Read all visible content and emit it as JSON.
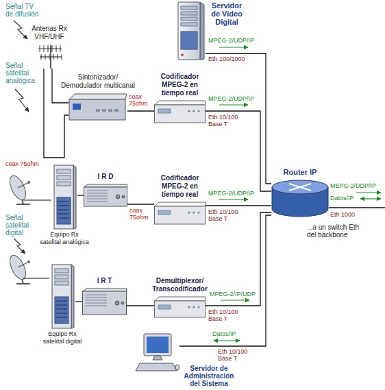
{
  "diagram": {
    "nodes": [
      {
        "text": [
          "Servidor de Video Digital"
        ]
      },
      {
        "text": [
          "Antenas Rx VHF/UHF"
        ]
      },
      {
        "text": [
          "Sintonizador/ Demodulador multicanal"
        ]
      },
      {
        "text": [
          "Codificador MPEG-2 en tiempo real"
        ]
      },
      {
        "text": [
          "Equipo Rx satelital analógica"
        ]
      },
      {
        "text": [
          "I R D"
        ]
      },
      {
        "text": [
          "Codificador MPEG-2 en tiempo real"
        ]
      },
      {
        "text": [
          "Equipo Rx satelital digital"
        ]
      },
      {
        "text": [
          "I R T"
        ]
      },
      {
        "text": [
          "Demultiplexor/ Transcodificador"
        ]
      },
      {
        "text": [
          "Router IP"
        ]
      },
      {
        "text": [
          "Servidor de Administración del Sistema"
        ]
      }
    ],
    "edges": [
      {
        "from": 1,
        "to": 2,
        "arrow": "none"
      },
      {
        "from": 1,
        "to": 2,
        "arrow": "none"
      },
      {
        "from": 2,
        "to": 3,
        "arrow": "none"
      },
      {
        "from": 4,
        "to": 5,
        "arrow": "none"
      },
      {
        "from": 5,
        "to": 6,
        "arrow": "none"
      },
      {
        "from": 7,
        "to": 8,
        "arrow": "none"
      },
      {
        "from": 8,
        "to": 9,
        "arrow": "none"
      },
      {
        "from": 0,
        "to": 10,
        "arrow": "none"
      },
      {
        "from": 3,
        "to": 10,
        "arrow": "none"
      },
      {
        "from": 6,
        "to": 10,
        "arrow": "none"
      },
      {
        "from": 9,
        "to": 10,
        "arrow": "none"
      },
      {
        "from": 11,
        "to": 10,
        "arrow": "none"
      }
    ],
    "labels": [
      "Señal TV de difusión",
      "Señal satelital analógica",
      "coax 75ohm",
      "coax 75ohm",
      "MPEG-2/UDP/IP",
      "Eth 100/1000",
      "MPEG-2/UDP/IP",
      "Eth 10/100 Base T",
      "coax 75ohm",
      "MPEG-2/UDP/IP",
      "Eth 10/100 Base T",
      "Señal satelital digital",
      "MPEG-2/IP/UDP",
      "Eth 10/100 Base T",
      "MEPG-2/UDP/IP",
      "Datos/IP",
      "Eth 1000",
      "...a un switch Eth del backbone",
      "Datos/IP",
      "Eth 10/100 Base T"
    ]
  }
}
